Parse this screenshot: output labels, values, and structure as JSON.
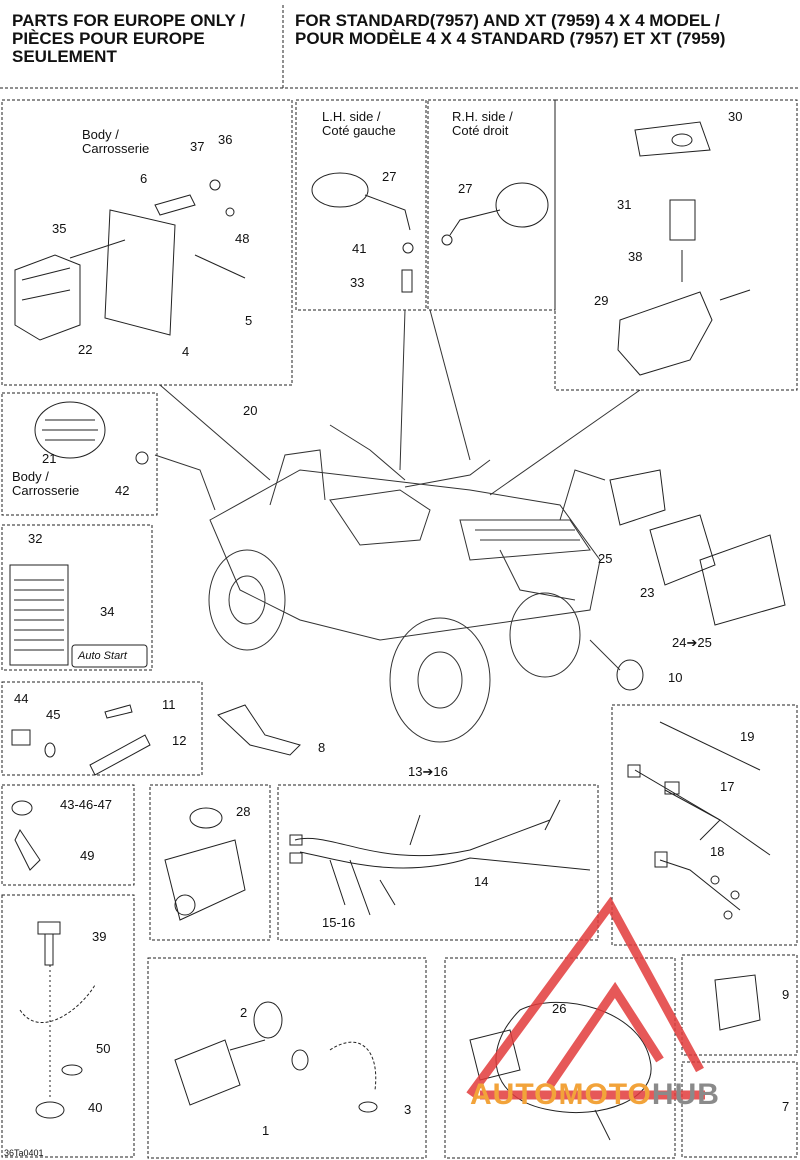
{
  "header": {
    "left": "PARTS FOR EUROPE ONLY /\nPIÈCES POUR EUROPE\nSEULEMENT",
    "right": "FOR STANDARD(7957) AND XT (7959) 4 X 4 MODEL /\nPOUR MODÈLE 4 X 4 STANDARD (7957) ET XT (7959)"
  },
  "labels": {
    "body_top": "Body /\nCarrosserie",
    "body_left": "Body /\nCarrosserie",
    "lh_side": "L.H. side /\nCoté gauche",
    "rh_side": "R.H. side /\nCoté droit",
    "decal_brand": "Auto Start",
    "fig_code": "36Ta0401"
  },
  "callouts": {
    "n1": "1",
    "n2": "2",
    "n3": "3",
    "n4": "4",
    "n5": "5",
    "n6": "6",
    "n8": "8",
    "n9": "9",
    "n10": "10",
    "n11": "11",
    "n12": "12",
    "n13_16": "13➔16",
    "n14": "14",
    "n15_16": "15-16",
    "n17": "17",
    "n18": "18",
    "n19": "19",
    "n20": "20",
    "n21": "21",
    "n22": "22",
    "n23": "23",
    "n24_25": "24➔25",
    "n25": "25",
    "n26": "26",
    "n27a": "27",
    "n27b": "27",
    "n28": "28",
    "n29": "29",
    "n30": "30",
    "n31": "31",
    "n32": "32",
    "n33": "33",
    "n34": "34",
    "n35": "35",
    "n36": "36",
    "n37": "37",
    "n38": "38",
    "n39": "39",
    "n40": "40",
    "n41": "41",
    "n42": "42",
    "n43_46_47": "43-46-47",
    "n44": "44",
    "n45": "45",
    "n48": "48",
    "n49": "49",
    "n50": "50",
    "n7": "7"
  },
  "watermark": {
    "text_a": "AUTOMOTO",
    "text_b": "HUB",
    "color_a": "#f2a33a",
    "color_b": "#8a8a8a",
    "logo_color": "#e23b3b"
  }
}
